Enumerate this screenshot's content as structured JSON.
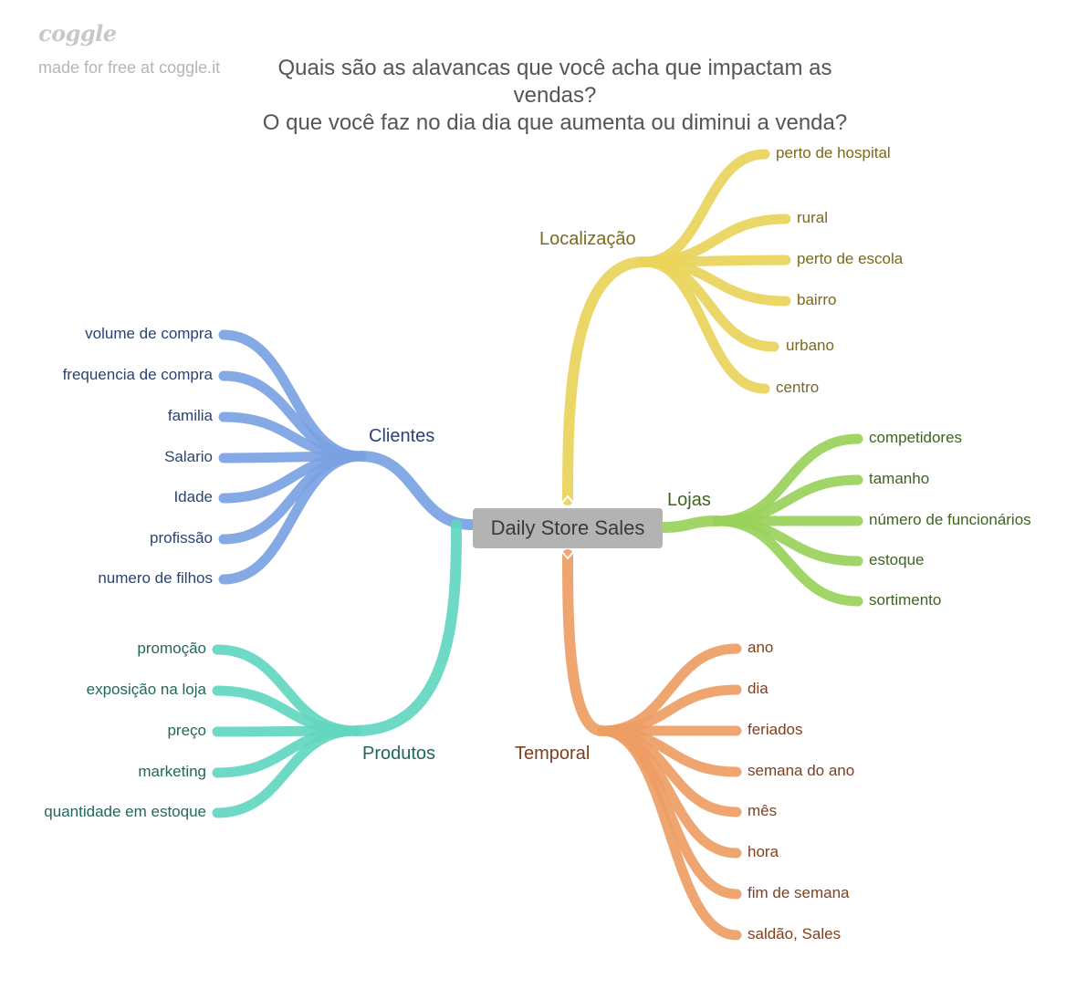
{
  "header": {
    "logo": "coggle",
    "made_with": "made for free at coggle.it",
    "title_line1": "Quais são as alavancas que você acha que impactam as",
    "title_line2": "vendas?",
    "title_line3": "O que você faz no dia dia que aumenta ou diminui a venda?"
  },
  "center": {
    "label": "Daily Store Sales"
  },
  "branches": {
    "localizacao": {
      "label": "Localização",
      "color": "#e9d45a",
      "text_color": "#7a6a1c",
      "items": [
        "perto de hospital",
        "rural",
        "perto de escola",
        "bairro",
        "urbano",
        "centro"
      ]
    },
    "lojas": {
      "label": "Lojas",
      "color": "#99d15a",
      "text_color": "#3f6321",
      "items": [
        "competidores",
        "tamanho",
        "número de funcionários",
        "estoque",
        "sortimento"
      ]
    },
    "temporal": {
      "label": "Temporal",
      "color": "#ee9d63",
      "text_color": "#7f4020",
      "items": [
        "ano",
        "dia",
        "feriados",
        "semana do ano",
        "mês",
        "hora",
        "fim de semana",
        "saldão, Sales"
      ]
    },
    "clientes": {
      "label": "Clientes",
      "color": "#7aa2e3",
      "text_color": "#2b4372",
      "items": [
        "volume de compra",
        "frequencia de compra",
        "familia",
        "Salario",
        "Idade",
        "profissão",
        "numero de filhos"
      ]
    },
    "produtos": {
      "label": "Produtos",
      "color": "#62d6bf",
      "text_color": "#23675a",
      "items": [
        "promoção",
        "exposição na loja",
        "preço",
        "marketing",
        "quantidade em estoque"
      ]
    }
  }
}
